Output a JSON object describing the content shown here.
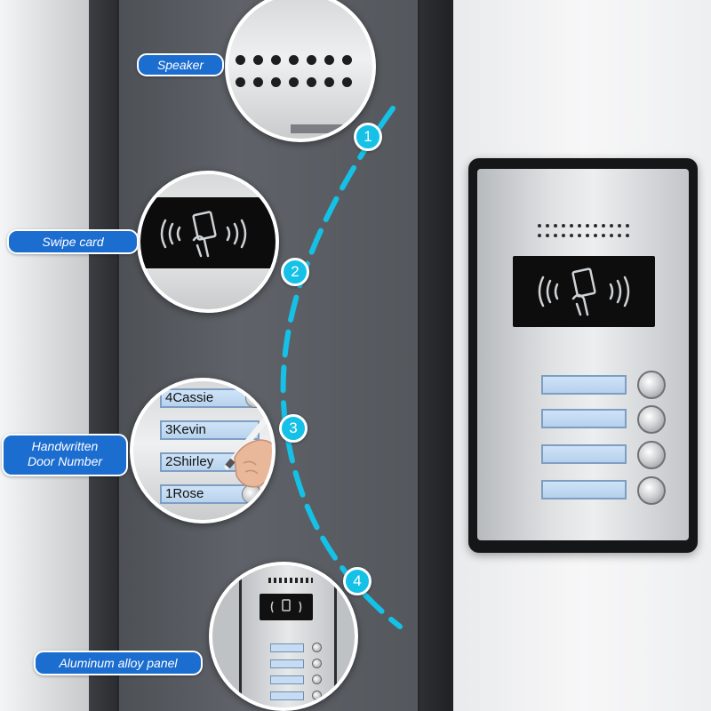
{
  "callouts": {
    "speaker": "Speaker",
    "swipe_card": "Swipe card",
    "handwritten": "Handwritten\nDoor Number",
    "aluminum": "Aluminum alloy panel"
  },
  "steps": [
    "1",
    "2",
    "3",
    "4"
  ],
  "door_names": [
    "4Cassie",
    "3Kevin",
    "2Shirley",
    "1Rose"
  ],
  "colors": {
    "callout_bg": "#1c6dd0",
    "badge": "#15c1e6",
    "dash_curve": "#15c1e6",
    "name_plate": "#c7dcf2",
    "panel_frame": "#151617"
  },
  "icons": {
    "card_reader": "rfid-card-icon",
    "pen": "pen-hand-icon"
  }
}
